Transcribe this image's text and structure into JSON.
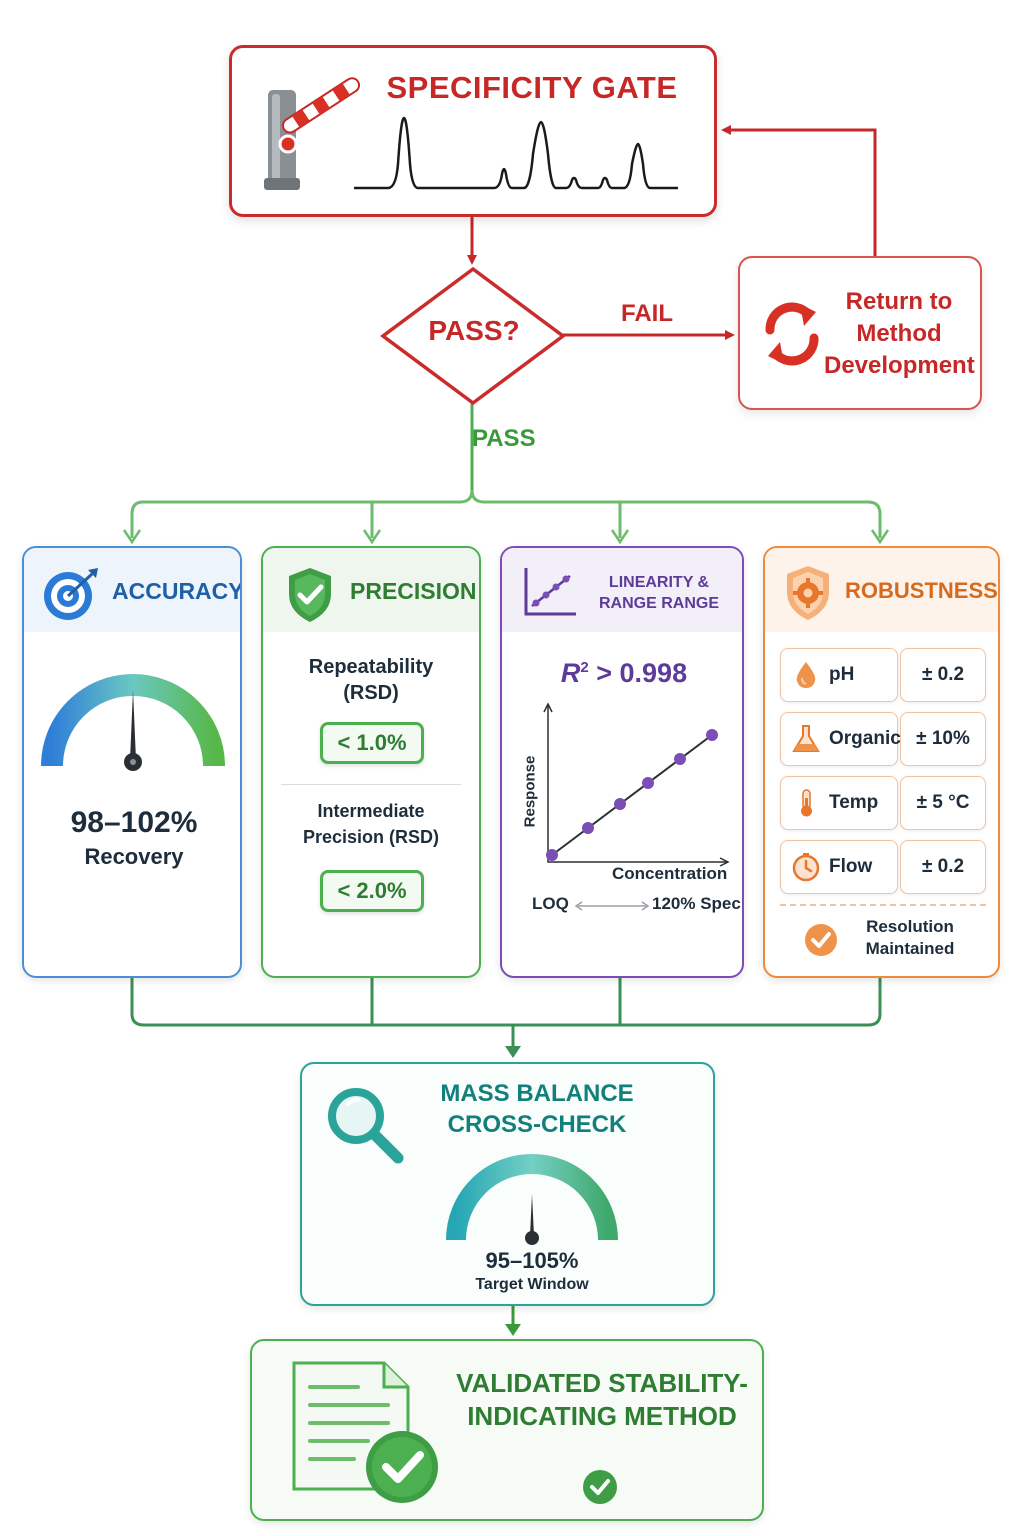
{
  "specificity_gate": {
    "title": "SPECIFICITY GATE"
  },
  "decision": {
    "question": "PASS?",
    "fail_label": "FAIL",
    "pass_label": "PASS"
  },
  "return_box": {
    "text": "Return to Method Development"
  },
  "accuracy": {
    "title": "ACCURACY",
    "value": "98–102%",
    "sub": "Recovery"
  },
  "precision": {
    "title": "PRECISION",
    "repeatability_label": "Repeatability (RSD)",
    "repeatability_value": "< 1.0%",
    "intermediate_label": "Intermediate Precision (RSD)",
    "intermediate_value": "< 2.0%"
  },
  "linearity": {
    "title": "LINEARITY & RANGE RANGE",
    "r2_prefix": "R",
    "r2_exp": "2",
    "r2_suffix": " > 0.998",
    "ylabel": "Response",
    "xlabel": "Concentration",
    "range_low": "LOQ",
    "range_high": "120% Spec"
  },
  "robustness": {
    "title": "ROBUSTNESS",
    "rows": [
      {
        "param": "pH",
        "value": "± 0.2",
        "icon": "droplet-icon"
      },
      {
        "param": "Organic",
        "value": "± 10%",
        "icon": "flask-icon"
      },
      {
        "param": "Temp",
        "value": "± 5 °C",
        "icon": "thermometer-icon"
      },
      {
        "param": "Flow",
        "value": "± 0.2",
        "icon": "clock-icon"
      }
    ],
    "resolution": "Resolution Maintained"
  },
  "mass_balance": {
    "title": "MASS BALANCE CROSS-CHECK",
    "value": "95–105%",
    "sub": "Target Window"
  },
  "validated": {
    "title": "VALIDATED STABILITY-INDICATING METHOD"
  },
  "colors": {
    "red": "#c62828",
    "green": "#4caf50",
    "blue": "#1f5fa8",
    "purple": "#5e3a99",
    "orange": "#ef8a3c",
    "teal": "#12807a"
  }
}
